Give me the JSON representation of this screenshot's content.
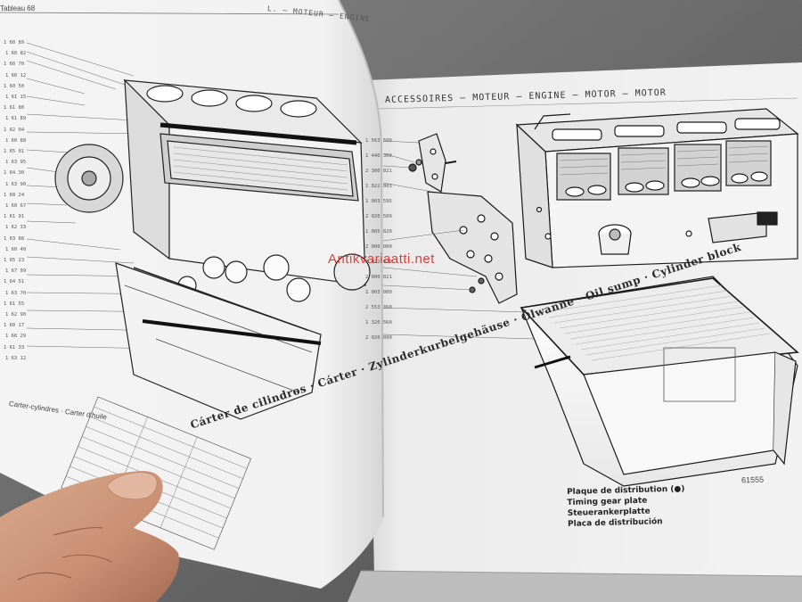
{
  "header_right": "ACCESSOIRES – MOTEUR – ENGINE – MOTOR – MOTOR",
  "header_left": "Tableau 68",
  "header_left_mid": "L. – MOTEUR – ENGINE",
  "watermark": "Antikvariaatti.net",
  "figure_number": "61555",
  "caption": {
    "fr": "Plaque de distribution (●)",
    "en": "Timing gear plate",
    "de": "Steuerankerplatte",
    "es": "Placa de distribución"
  },
  "left_page_vertical": "Cárter de cilindros · Cárter · Zylinderkurbelgehäuse · Ölwanne · Oil sump · Cylinder block",
  "left_page_side": "Carter-cylindres · Carter d'huile",
  "left_parts": [
    "1 60 89",
    "1 60 82",
    "1 60 70",
    "1 60 12",
    "1 60 50",
    "1 61 15",
    "1 61 80",
    "1 61 89",
    "1 62 04",
    "1 60 88",
    "1 65 01",
    "1 63 95",
    "1 64 30",
    "1 63 90",
    "1 68 24",
    "1 60 67",
    "1 61 91",
    "1 62 33",
    "1 63 88",
    "1 60 40",
    "1 65 23",
    "1 67 99",
    "1 64 51",
    "1 63 70",
    "1 61 55",
    "1 62 90",
    "1 60 17",
    "1 60 29",
    "1 61 33",
    "1 63 12"
  ],
  "right_parts": [
    "1 563 500",
    "1 440 300",
    "2 300 021",
    "1 022 003",
    "1 003 595",
    "2 020 500",
    "1 005 820",
    "2 000 000",
    "2 022 020",
    "2 000 021",
    "1 003 000",
    "2 553 350",
    "1 320 560",
    "2 020 090"
  ]
}
